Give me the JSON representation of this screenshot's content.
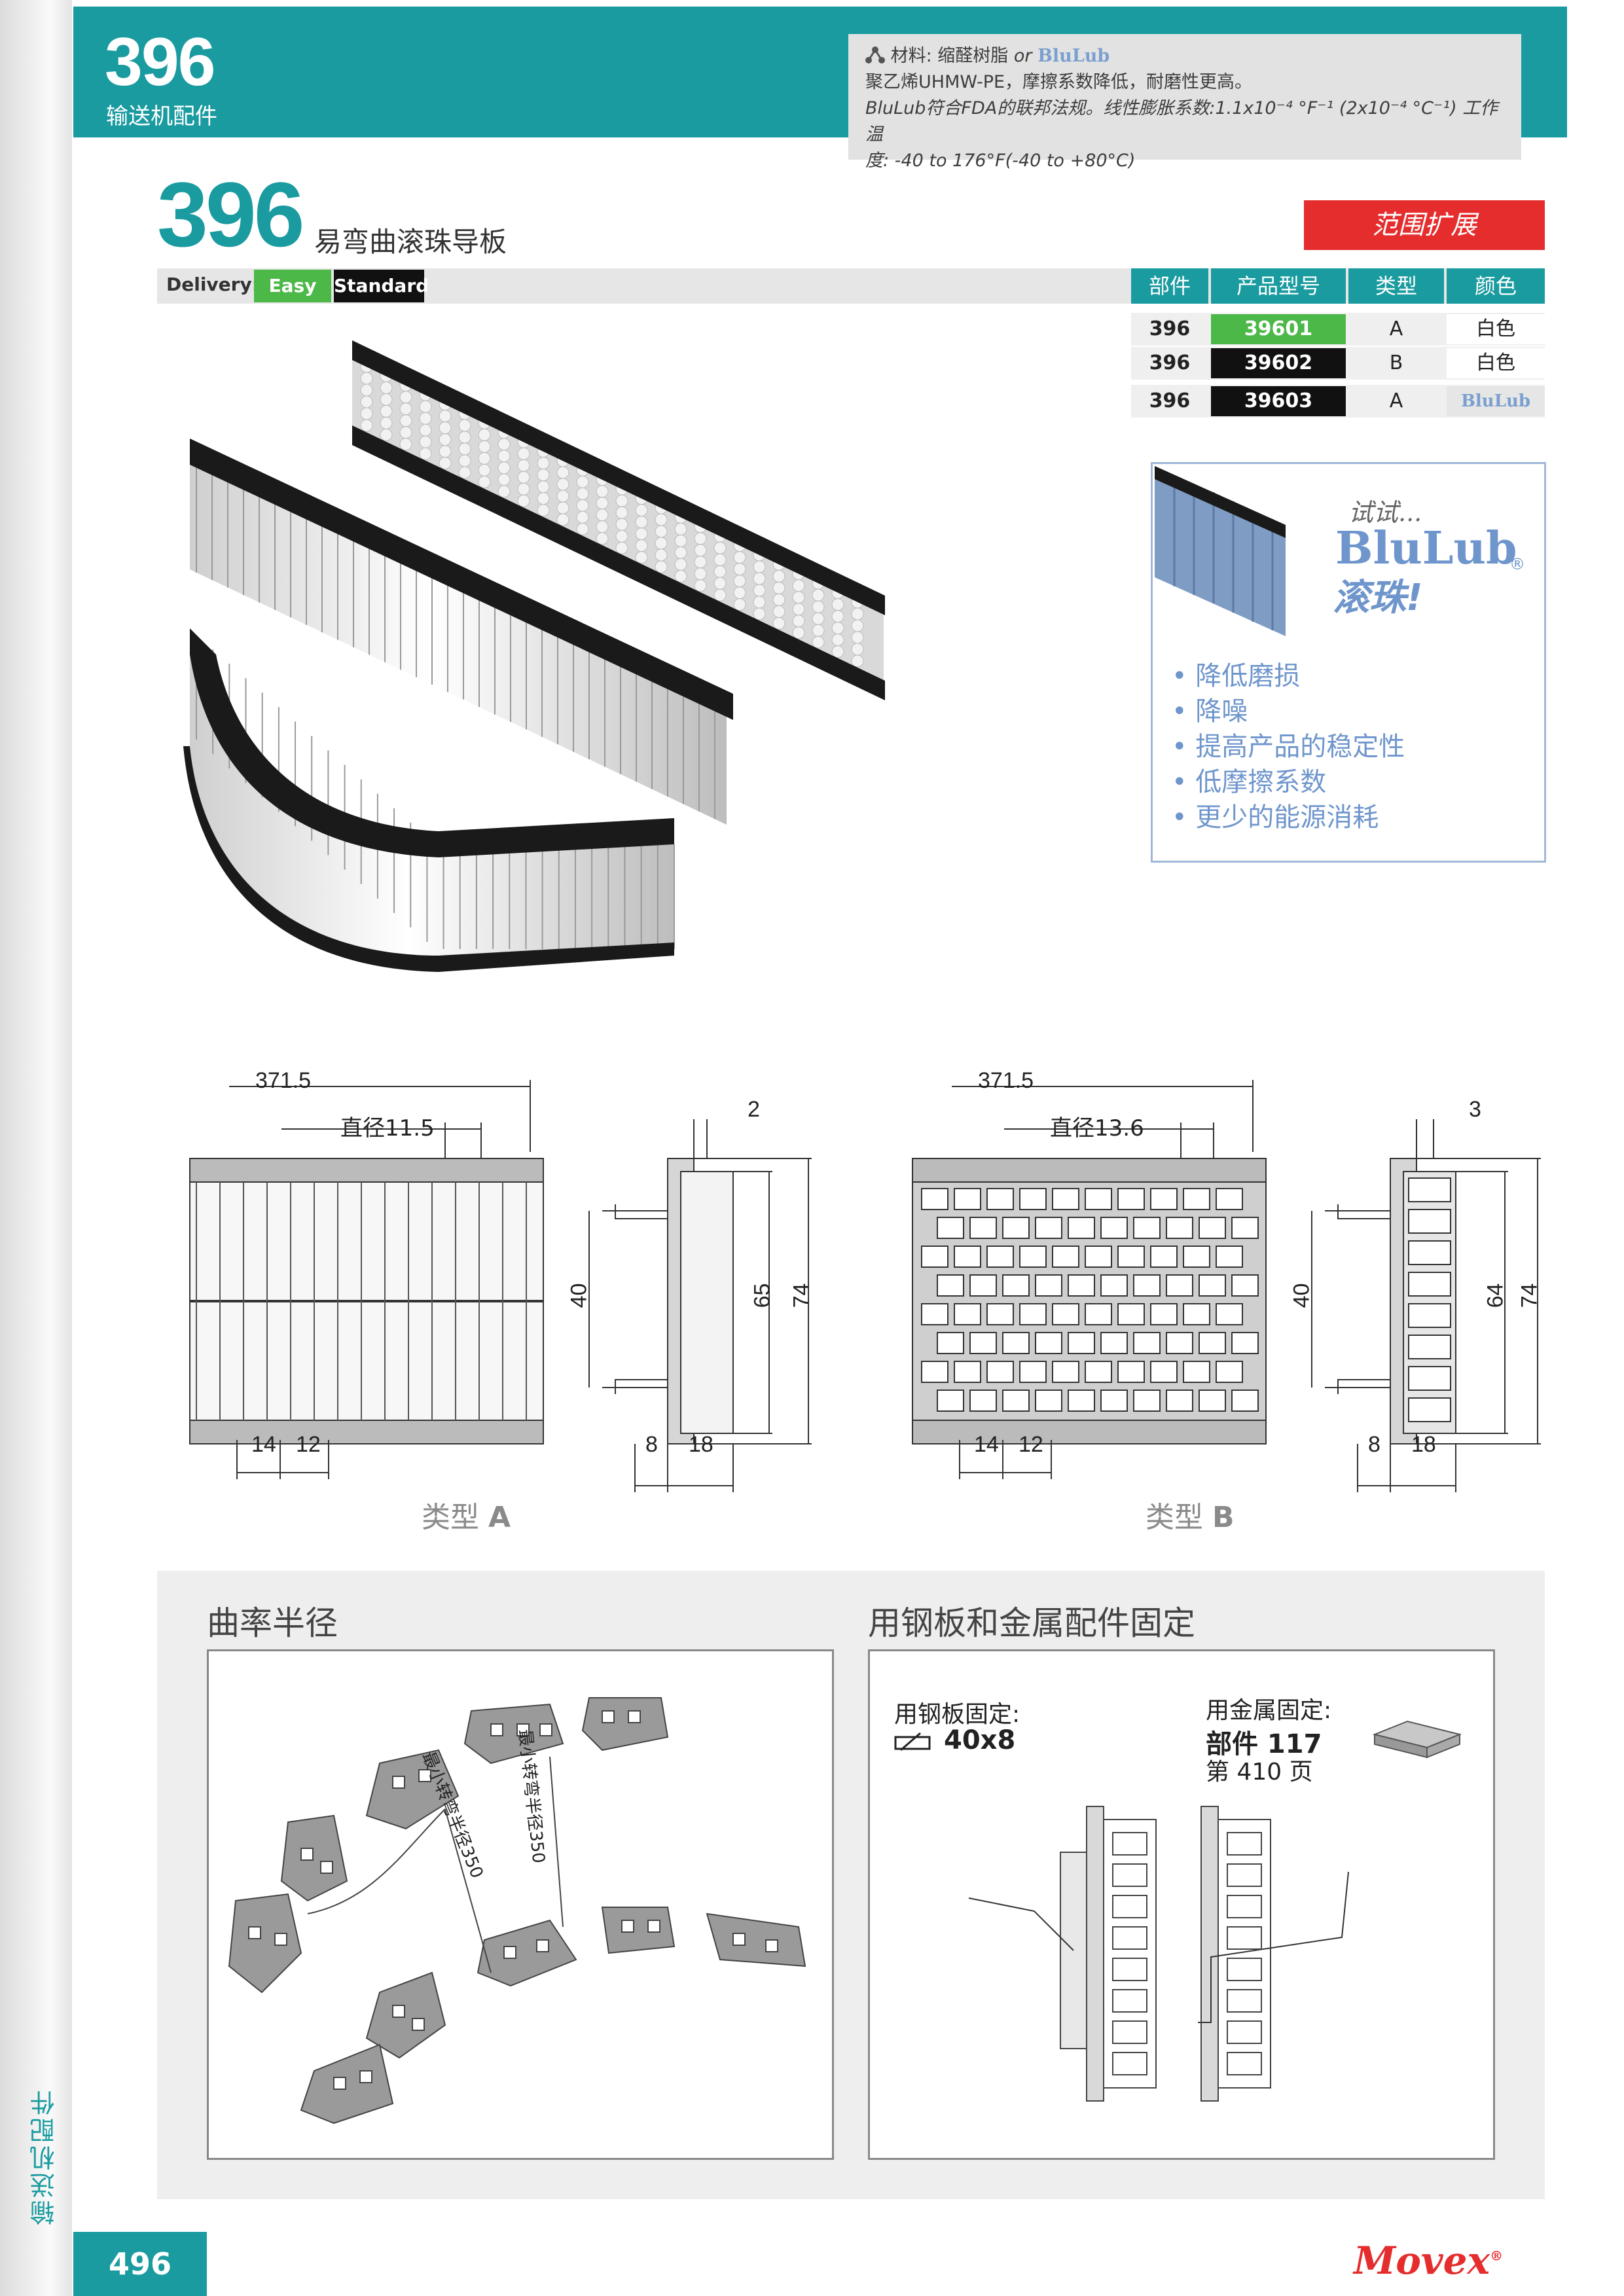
{
  "header": {
    "number": "396",
    "subtitle": "输送机配件"
  },
  "material": {
    "line1_prefix": "材料: 缩醛树脂",
    "line1_or": " or ",
    "line1_brand": "BluLub",
    "line2": "聚乙烯UHMW-PE，摩擦系数降低，耐磨性更高。",
    "line3": "BluLub符合FDA的联邦法规。线性膨胀系数:1.1x10⁻⁴ °F⁻¹ (2x10⁻⁴ °C⁻¹) 工作温",
    "line4": "度: -40 to 176°F(-40 to +80°C)"
  },
  "title": {
    "number": "396",
    "name": "易弯曲滚珠导板"
  },
  "range_button": "范围扩展",
  "delivery": {
    "label": "Delivery:",
    "easy": "Easy",
    "standard": "Standard"
  },
  "table": {
    "headers": [
      "部件",
      "产品型号",
      "类型",
      "颜色"
    ],
    "rows": [
      {
        "part": "396",
        "model": "39601",
        "type": "A",
        "color": "白色"
      },
      {
        "part": "396",
        "model": "39602",
        "type": "B",
        "color": "白色"
      },
      {
        "part": "396",
        "model": "39603",
        "type": "A",
        "color": "BluLub"
      }
    ]
  },
  "promo": {
    "try": "试试...",
    "brand": "BluLub",
    "reg": "®",
    "balls": "滚珠!",
    "bullets": [
      "• 降低磨损",
      "• 降噪",
      "• 提高产品的稳定性",
      "• 低摩擦系数",
      "• 更少的能源消耗"
    ]
  },
  "drawings": {
    "type_a": {
      "caption_prefix": "类型 ",
      "caption_letter": "A",
      "length": "371.5",
      "diameter": "直径11.5",
      "gap": "2",
      "h40": "40",
      "h65": "65",
      "h74": "74",
      "w14": "14",
      "w12": "12",
      "w8": "8",
      "w18": "18"
    },
    "type_b": {
      "caption_prefix": "类型 ",
      "caption_letter": "B",
      "length": "371.5",
      "diameter": "直径13.6",
      "gap": "3",
      "h40": "40",
      "h64": "64",
      "h74": "74",
      "w14": "14",
      "w12": "12",
      "w8": "8",
      "w18": "18"
    }
  },
  "curvature": {
    "title": "曲率半径",
    "label_1": "最小转弯半径350",
    "label_2": "最小转弯半径350"
  },
  "fixing": {
    "title": "用钢板和金属配件固定",
    "steel_label": "用钢板固定:",
    "steel_size": "40x8",
    "metal_label": "用金属固定:",
    "metal_part": "部件 117",
    "metal_page": "第 410 页"
  },
  "footer": {
    "page": "496",
    "logo": "Movex",
    "reg": "®",
    "side_text": "输送机配件"
  },
  "colors": {
    "teal": "#1a9ba0",
    "red": "#e52d2d",
    "green": "#4cb848",
    "blulub": "#6f96cc"
  }
}
